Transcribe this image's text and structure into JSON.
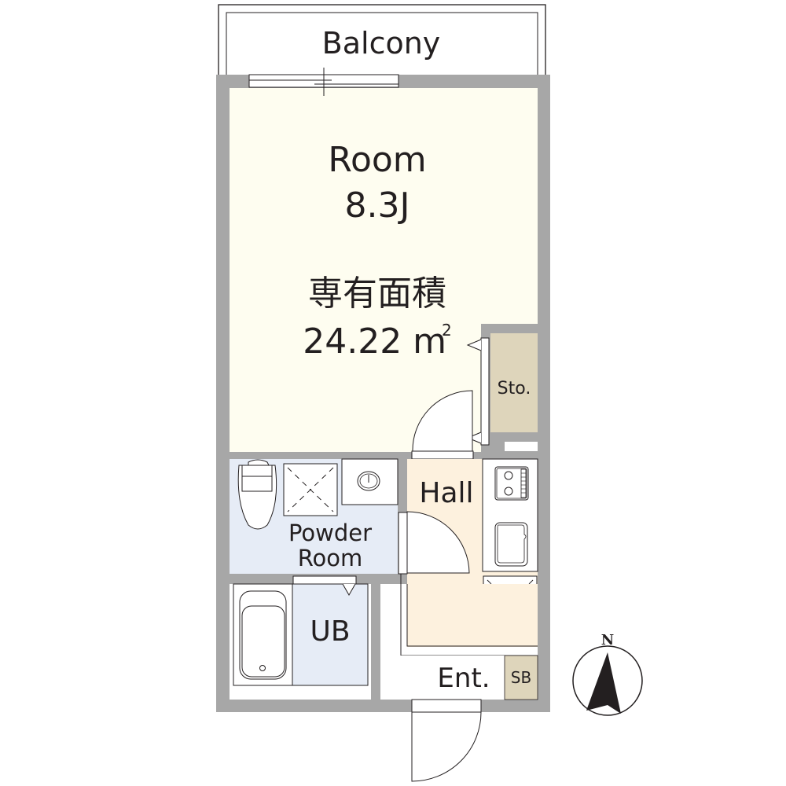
{
  "floorplan": {
    "colors": {
      "wall": "#a7a7a7",
      "room": "#fefdf0",
      "hall": "#fdf1de",
      "wet_area": "#e6ecf6",
      "storage": "#ded5bb",
      "line": "#231f20"
    },
    "rooms": {
      "balcony": {
        "label": "Balcony"
      },
      "main_room": {
        "label": "Room",
        "size": "8.3J",
        "area_label": "専有面積",
        "area_value": "24.22 m",
        "area_unit_sup": "2"
      },
      "storage": {
        "label": "Sto."
      },
      "hall": {
        "label": "Hall"
      },
      "powder_room": {
        "label_line1": "Powder",
        "label_line2": "Room"
      },
      "bath": {
        "label": "UB"
      },
      "entrance": {
        "label": "Ent."
      },
      "shoe_box": {
        "label": "SB"
      }
    },
    "compass": {
      "label": "N"
    }
  }
}
